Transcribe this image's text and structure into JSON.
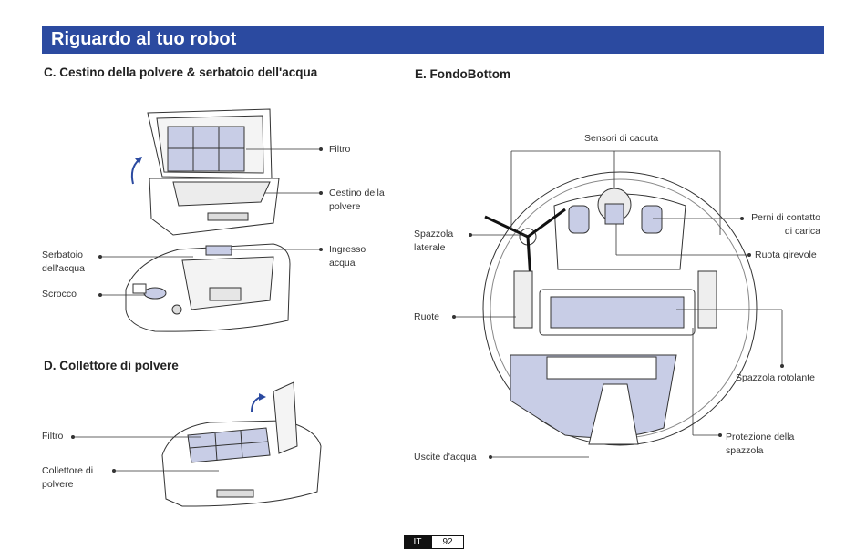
{
  "header": {
    "title": "Riguardo al tuo robot"
  },
  "sections": {
    "c": {
      "title": "C. Cestino della polvere & serbatoio dell'acqua",
      "labels": {
        "filtro": "Filtro",
        "cestino": "Cestino della\npolvere",
        "ingresso": "Ingresso\nacqua",
        "serbatoio": "Serbatoio\ndell'acqua",
        "scrocco": "Scrocco"
      }
    },
    "d": {
      "title": "D. Collettore di polvere",
      "labels": {
        "filtro": "Filtro",
        "collettore": "Collettore di\npolvere"
      }
    },
    "e": {
      "title": "E. FondoBottom",
      "labels": {
        "sensori": "Sensori di caduta",
        "spazzola_laterale": "Spazzola\nlaterale",
        "perni": "Perni di contatto\ndi carica",
        "ruota_girevole": "Ruota girevole",
        "ruote": "Ruote",
        "spazzola_rotolante": "Spazzola rotolante",
        "protezione": "Protezione della\nspazzola",
        "uscite": "Uscite d'acqua"
      }
    }
  },
  "footer": {
    "lang": "IT",
    "page": "92"
  },
  "colors": {
    "banner": "#2b4aa0",
    "accent_fill": "#c8cde6",
    "line": "#555555"
  }
}
